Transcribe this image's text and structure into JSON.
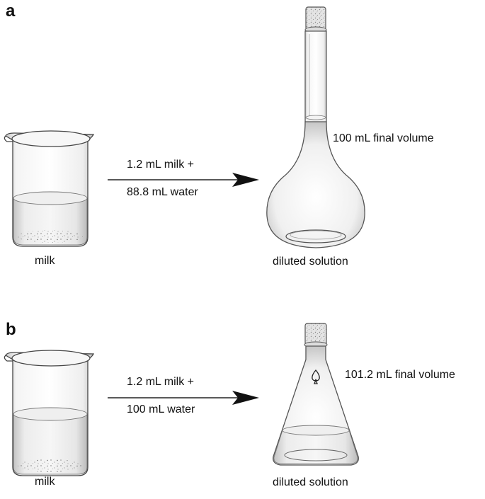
{
  "panel_a": {
    "letter": "a",
    "beaker_label": "milk",
    "arrow_top": "1.2 mL milk +",
    "arrow_bottom": "88.8 mL water",
    "vessel_annotation": "100 mL final volume",
    "vessel_label": "diluted solution",
    "vessel_type": "volumetric-flask"
  },
  "panel_b": {
    "letter": "b",
    "beaker_label": "milk",
    "arrow_top": "1.2 mL milk +",
    "arrow_bottom": "100 mL water",
    "vessel_annotation": "101.2 mL final volume",
    "vessel_label": "diluted solution",
    "vessel_type": "erlenmeyer-flask"
  }
}
